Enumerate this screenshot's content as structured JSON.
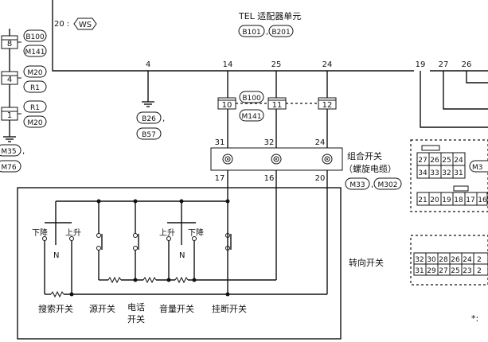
{
  "tel_unit": {
    "title": "TEL 适配器单元",
    "conn1": "B101",
    "conn2": "B201"
  },
  "left_connectors": {
    "pin20": "20 :",
    "ws": "WS",
    "c8": "8",
    "c8a": "B100",
    "c8b": "M141",
    "c4": "4",
    "c4a": "M20",
    "c4b": "R1",
    "c1": "1",
    "c1a": "R1",
    "c1b": "M20",
    "m35": "M35",
    "m76": "M76",
    "comma1": ","
  },
  "pins_top": [
    "4",
    "14",
    "25",
    "24",
    "19",
    "27",
    "26"
  ],
  "ground_refs": {
    "a": "B26",
    "b": "B57",
    "comma": ","
  },
  "junctions": {
    "j10": "10",
    "j11": "11",
    "j12": "12",
    "ref1": "B100",
    "ref2": "M141"
  },
  "spiral_cable": {
    "title": "组合开关",
    "subtitle": "（螺旋电缆）",
    "conn1": "M33",
    "conn2": "M302",
    "comma": ",",
    "pins_top": [
      "31",
      "32",
      "24"
    ],
    "pins_bottom": [
      "17",
      "16",
      "20"
    ]
  },
  "steering_switch": {
    "title": "转向开关",
    "down1": "下降",
    "up1": "上升",
    "n1": "N",
    "up2": "上升",
    "down2": "下降",
    "n2": "N",
    "labels": [
      "搜索开关",
      "源开关",
      "电话\n开关",
      "音量开关",
      "挂断开关"
    ]
  },
  "connector_grid_1": {
    "row1": [
      "27",
      "26",
      "25",
      "24"
    ],
    "row2": [
      "34",
      "33",
      "32",
      "31"
    ],
    "row3": [
      "21",
      "20",
      "19",
      "18",
      "17",
      "16"
    ],
    "side": "M3"
  },
  "connector_grid_2": {
    "row1": [
      "32",
      "30",
      "28",
      "26",
      "24",
      "2"
    ],
    "row2": [
      "31",
      "29",
      "27",
      "25",
      "23",
      "2"
    ]
  },
  "corner_mark": "*:"
}
